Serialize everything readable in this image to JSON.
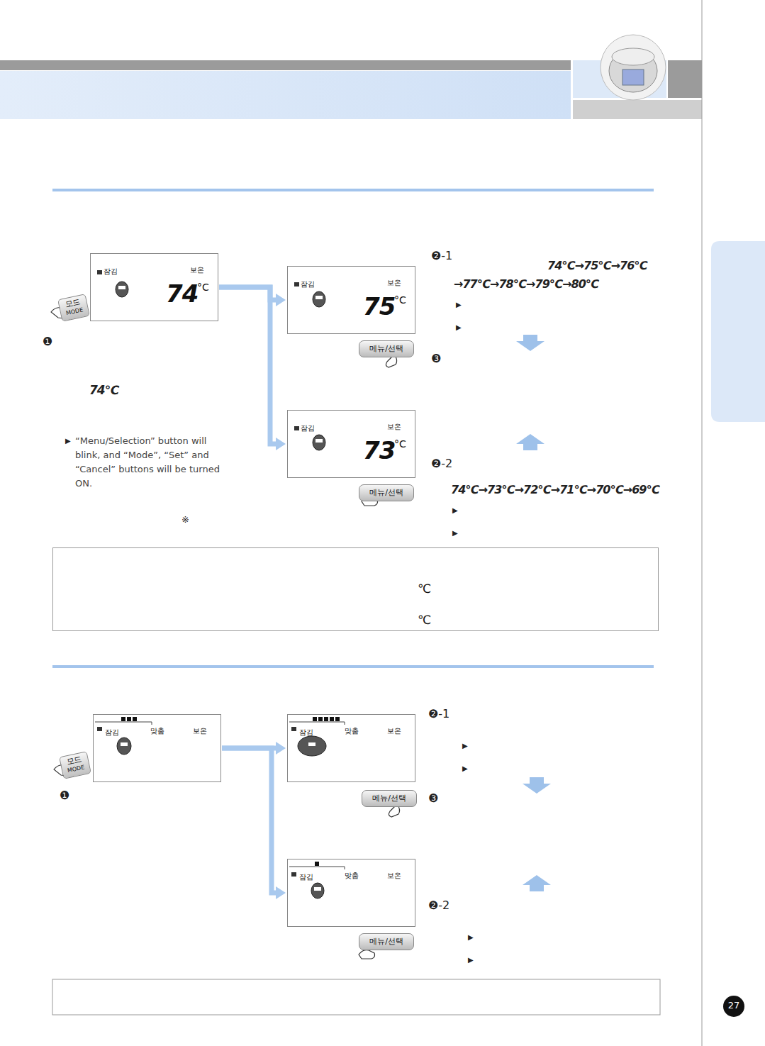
{
  "diagram": {
    "nodes": [
      {
        "text": [
          "잠김",
          "보온",
          "74",
          "°C"
        ]
      },
      {
        "text": [
          "모드",
          "MODE"
        ]
      },
      {
        "text": [
          "잠김",
          "보온",
          "75",
          "°C"
        ]
      },
      {
        "text": [
          "메뉴/선택"
        ]
      },
      {
        "text": [
          "잠김",
          "보온",
          "73",
          "°C"
        ]
      },
      {
        "text": [
          "메뉴/선택"
        ]
      },
      {
        "text": [
          "℃",
          "℃"
        ]
      },
      {
        "text": [
          "잠김",
          "맞춤",
          "보온"
        ]
      },
      {
        "text": [
          "모드",
          "MODE"
        ]
      },
      {
        "text": [
          "잠김",
          "맞춤",
          "보온"
        ]
      },
      {
        "text": [
          "메뉴/선택"
        ]
      },
      {
        "text": [
          "잠김",
          "맞춤",
          "보온"
        ]
      },
      {
        "text": [
          "메뉴/선택"
        ]
      },
      {
        "text": [
          "27"
        ]
      }
    ],
    "edges": [
      {
        "from": 0,
        "to": 2,
        "arrow": "to"
      },
      {
        "from": 0,
        "to": 4,
        "arrow": "to"
      },
      {
        "from": 7,
        "to": 9,
        "arrow": "to"
      },
      {
        "from": 7,
        "to": 11,
        "arrow": "to"
      }
    ],
    "labels": [
      "❷-1",
      "74℃→75℃→76℃",
      "→77℃→78℃→79℃→80℃",
      "▶",
      "▶",
      "❸",
      "❷-2",
      "74℃→73℃→72℃→71℃→70℃→69℃",
      "▶",
      "▶",
      "❶",
      "74℃",
      "▶",
      "“Menu/Selection” button will blink, and “Mode”, “Set” and “Cancel” buttons will be turned ON.",
      "※",
      "❷-1",
      "▶",
      "▶",
      "❸",
      "❷-2",
      "▶",
      "▶",
      "❶"
    ]
  }
}
